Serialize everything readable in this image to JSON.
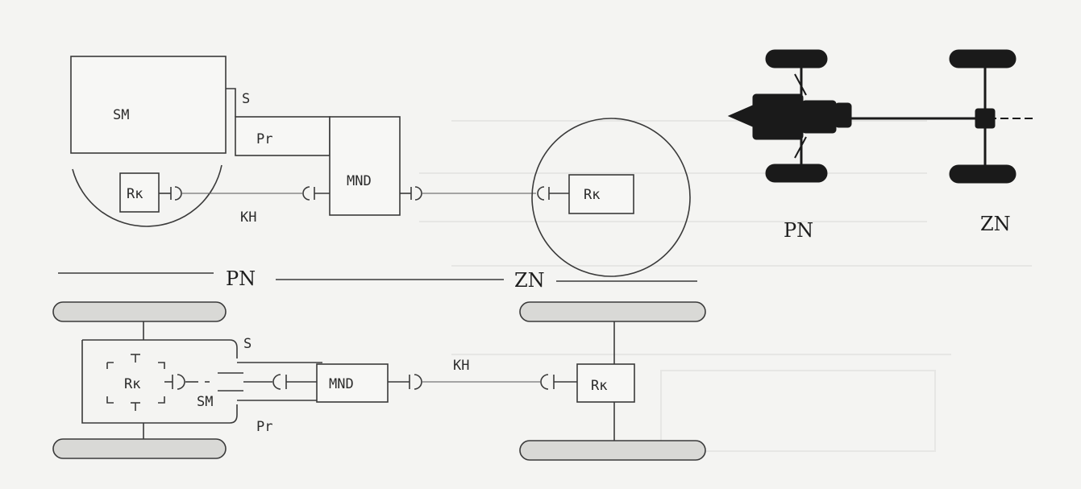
{
  "side_view": {
    "engine_label": "SM",
    "clutch_label": "S",
    "gearbox_label": "Pr",
    "center_diff_label": "MND",
    "front_diff_label": "Rк",
    "rear_diff_label": "Rк",
    "shaft_label": "KH",
    "front_axle_label": "PN",
    "rear_axle_label": "ZN"
  },
  "top_view": {
    "engine_label": "SM",
    "clutch_label": "S",
    "gearbox_label": "Pr",
    "center_diff_label": "MND",
    "front_diff_label": "Rк",
    "rear_diff_label": "Rк",
    "shaft_label": "KH"
  },
  "photo_inset": {
    "front_axle_label": "PN",
    "rear_axle_label": "ZN"
  }
}
